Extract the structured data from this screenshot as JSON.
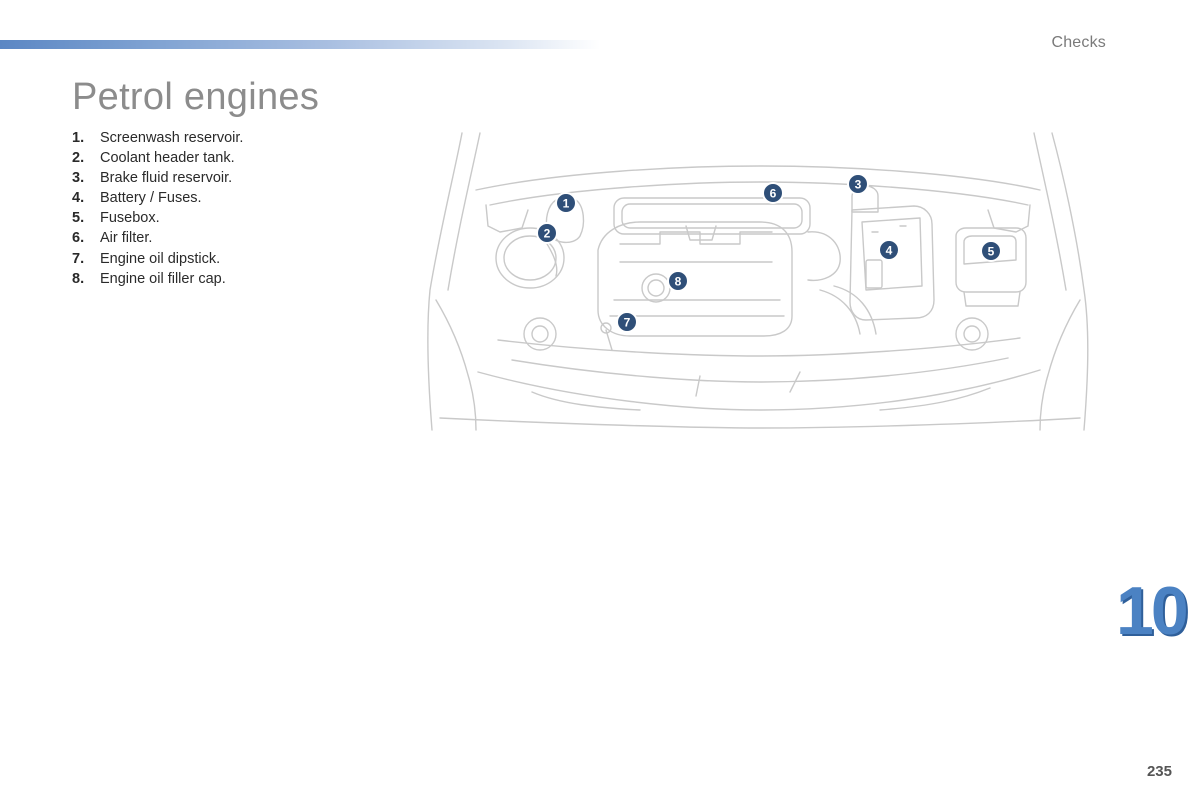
{
  "header": {
    "section_title": "Checks"
  },
  "page_title": "Petrol engines",
  "legend": [
    {
      "num": "1.",
      "label": "Screenwash reservoir."
    },
    {
      "num": "2.",
      "label": "Coolant header tank."
    },
    {
      "num": "3.",
      "label": "Brake fluid reservoir."
    },
    {
      "num": "4.",
      "label": "Battery / Fuses."
    },
    {
      "num": "5.",
      "label": "Fusebox."
    },
    {
      "num": "6.",
      "label": "Air filter."
    },
    {
      "num": "7.",
      "label": "Engine oil dipstick."
    },
    {
      "num": "8.",
      "label": "Engine oil filler cap."
    }
  ],
  "diagram": {
    "callouts": [
      "1",
      "2",
      "3",
      "4",
      "5",
      "6",
      "7",
      "8"
    ],
    "callout_color": "#2f4f78"
  },
  "chapter_number": "10",
  "page_number": "235",
  "colors": {
    "accent": "#4b82c3",
    "title_gray": "#8c8c8c"
  }
}
